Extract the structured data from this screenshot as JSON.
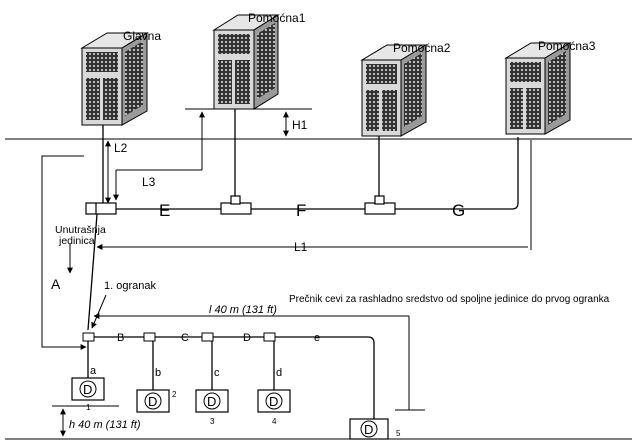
{
  "outdoor_units": [
    {
      "label": "Glavna"
    },
    {
      "label": "Pomoćna1"
    },
    {
      "label": "Pomoćna2"
    },
    {
      "label": "Pomoćna3"
    }
  ],
  "dimensions": {
    "h1": "H1",
    "l1": "L1",
    "l2": "L2",
    "l3": "L3"
  },
  "segments": {
    "E": "E",
    "F": "F",
    "G": "G",
    "A": "A",
    "B": "B",
    "C": "C",
    "D": "D",
    "a": "a",
    "b": "b",
    "c": "c",
    "d": "d",
    "e": "e"
  },
  "labels": {
    "indoor_line1": "Unutrašnja",
    "indoor_line2": "jedinica",
    "first_branch": "1. ogranak",
    "l_length": "l 40 m (131 ft)",
    "h_length": "h 40 m (131 ft)",
    "pipe_note": "Prečnik cevi za rashladno sredstvo od spoljne jedinice do prvog ogranka"
  },
  "indoor_units": [
    {
      "symbol": "D",
      "num": "1"
    },
    {
      "symbol": "D",
      "num": "2"
    },
    {
      "symbol": "D",
      "num": "3"
    },
    {
      "symbol": "D",
      "num": "4"
    },
    {
      "symbol": "D",
      "num": "5"
    }
  ]
}
